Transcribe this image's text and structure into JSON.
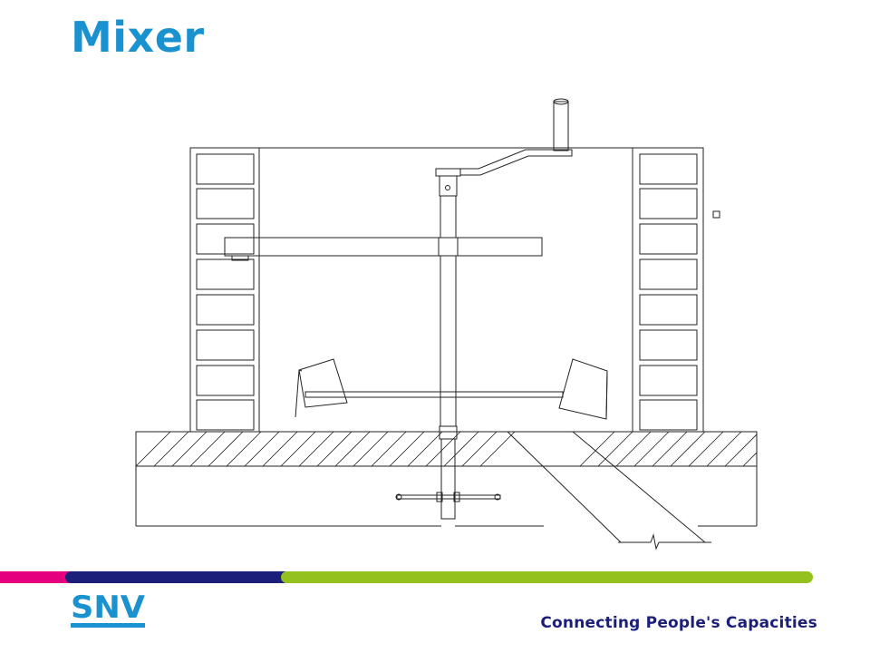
{
  "slide": {
    "title": "Mixer"
  },
  "footer": {
    "tagline": "Connecting People's Capacities",
    "logo_text": "SNV"
  },
  "colors": {
    "title": "#1a92d0",
    "stripe_pink": "#e5007d",
    "stripe_navy": "#1b1f7a",
    "stripe_green": "#95c11f",
    "logo": "#1a92d0",
    "tagline": "#1b1f7a",
    "line": "#222222"
  },
  "icons": {
    "logo": "snv-logo-icon"
  }
}
